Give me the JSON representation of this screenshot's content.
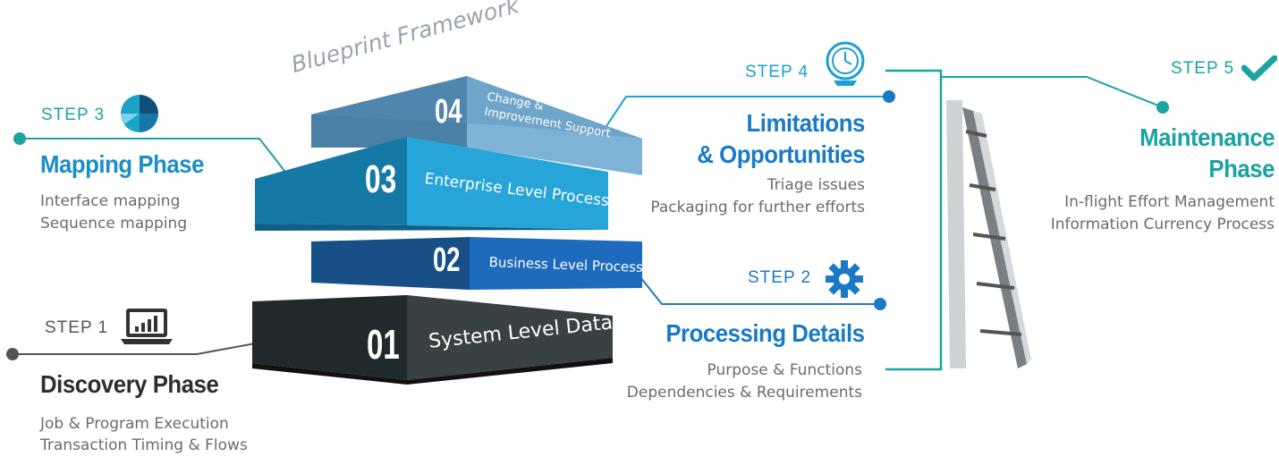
{
  "title": "Blueprint Framework",
  "colors": {
    "teal": "#1aa3a0",
    "cyan": "#1f9fd6",
    "blue": "#1a7ac6",
    "dark": "#2e2e2e",
    "step_gray": "#555555",
    "description": "#6b6b6b"
  },
  "layers": [
    {
      "number": "04",
      "label": "Change & Improvement Support"
    },
    {
      "number": "03",
      "label": "Enterprise Level Processes"
    },
    {
      "number": "02",
      "label": "Business Level Processes"
    },
    {
      "number": "01",
      "label": "System Level Data"
    }
  ],
  "steps": {
    "step1": {
      "label": "STEP 1",
      "icon": "laptop-chart-icon",
      "title": "Discovery Phase",
      "lines": [
        "Job & Program Execution",
        "Transaction Timing & Flows"
      ]
    },
    "step2": {
      "label": "STEP 2",
      "icon": "gear-icon",
      "title": "Processing Details",
      "lines": [
        "Purpose & Functions",
        "Dependencies & Requirements"
      ]
    },
    "step3": {
      "label": "STEP 3",
      "icon": "pie-chart-icon",
      "title": "Mapping Phase",
      "lines": [
        "Interface mapping",
        "Sequence mapping"
      ]
    },
    "step4": {
      "label": "STEP 4",
      "icon": "clock-icon",
      "title_line1": "Limitations",
      "title_line2": "& Opportunities",
      "lines": [
        "Triage issues",
        "Packaging for further efforts"
      ]
    },
    "step5": {
      "label": "STEP 5",
      "icon": "checkmark-icon",
      "title_line1": "Maintenance",
      "title_line2": "Phase",
      "lines": [
        "In-flight Effort Management",
        "Information Currency Process"
      ]
    }
  }
}
